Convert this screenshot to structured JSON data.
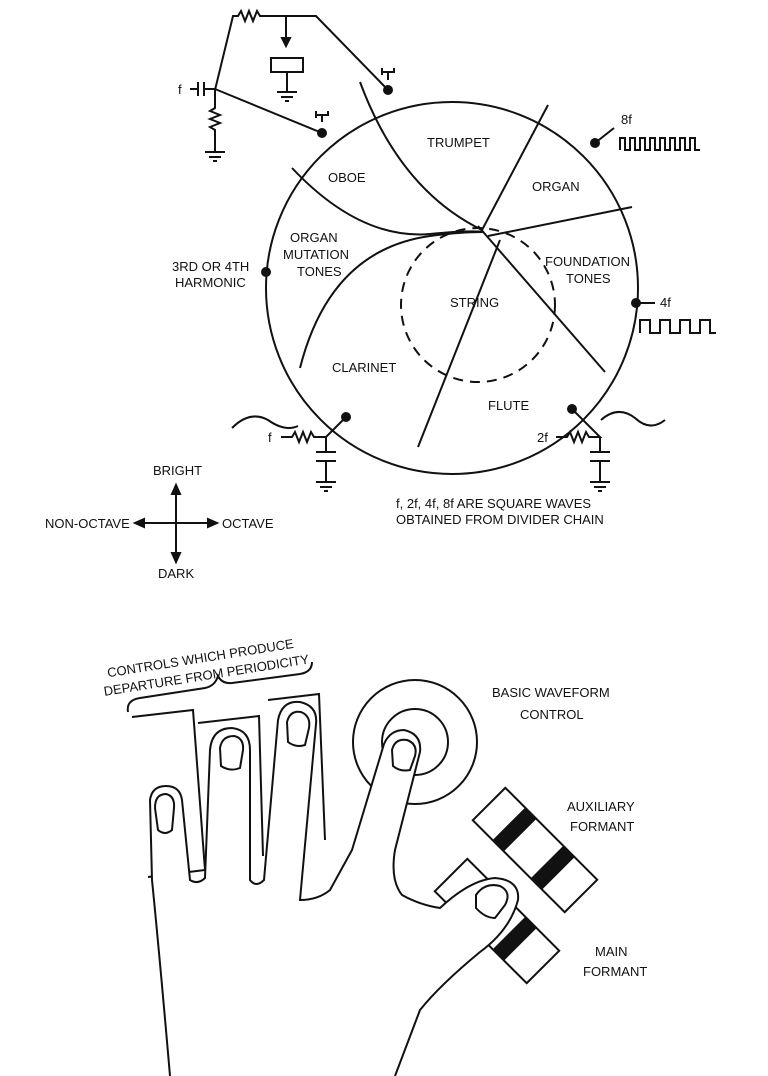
{
  "wheel": {
    "regions": [
      "TRUMPET",
      "OBOE",
      "ORGAN",
      "ORGAN",
      "MUTATION",
      "TONES",
      "FOUNDATION",
      "TONES",
      "STRING",
      "CLARINET",
      "FLUTE"
    ]
  },
  "labels": {
    "f_top": "f",
    "f_left": "f",
    "two_f": "2f",
    "eight_f": "8f",
    "four_f": "4f",
    "harmonic_1": "3RD OR 4TH",
    "harmonic_2": "HARMONIC",
    "note_1": "f, 2f, 4f, 8f ARE SQUARE WAVES",
    "note_2": "OBTAINED FROM DIVIDER CHAIN"
  },
  "compass": {
    "up": "BRIGHT",
    "down": "DARK",
    "left": "NON-OCTAVE",
    "right": "OCTAVE"
  },
  "controls": {
    "periodicity_1": "CONTROLS WHICH PRODUCE",
    "periodicity_2": "DEPARTURE FROM PERIODICITY",
    "basic_1": "BASIC WAVEFORM",
    "basic_2": "CONTROL",
    "aux_1": "AUXILIARY",
    "aux_2": "FORMANT",
    "main_1": "MAIN",
    "main_2": "FORMANT"
  }
}
